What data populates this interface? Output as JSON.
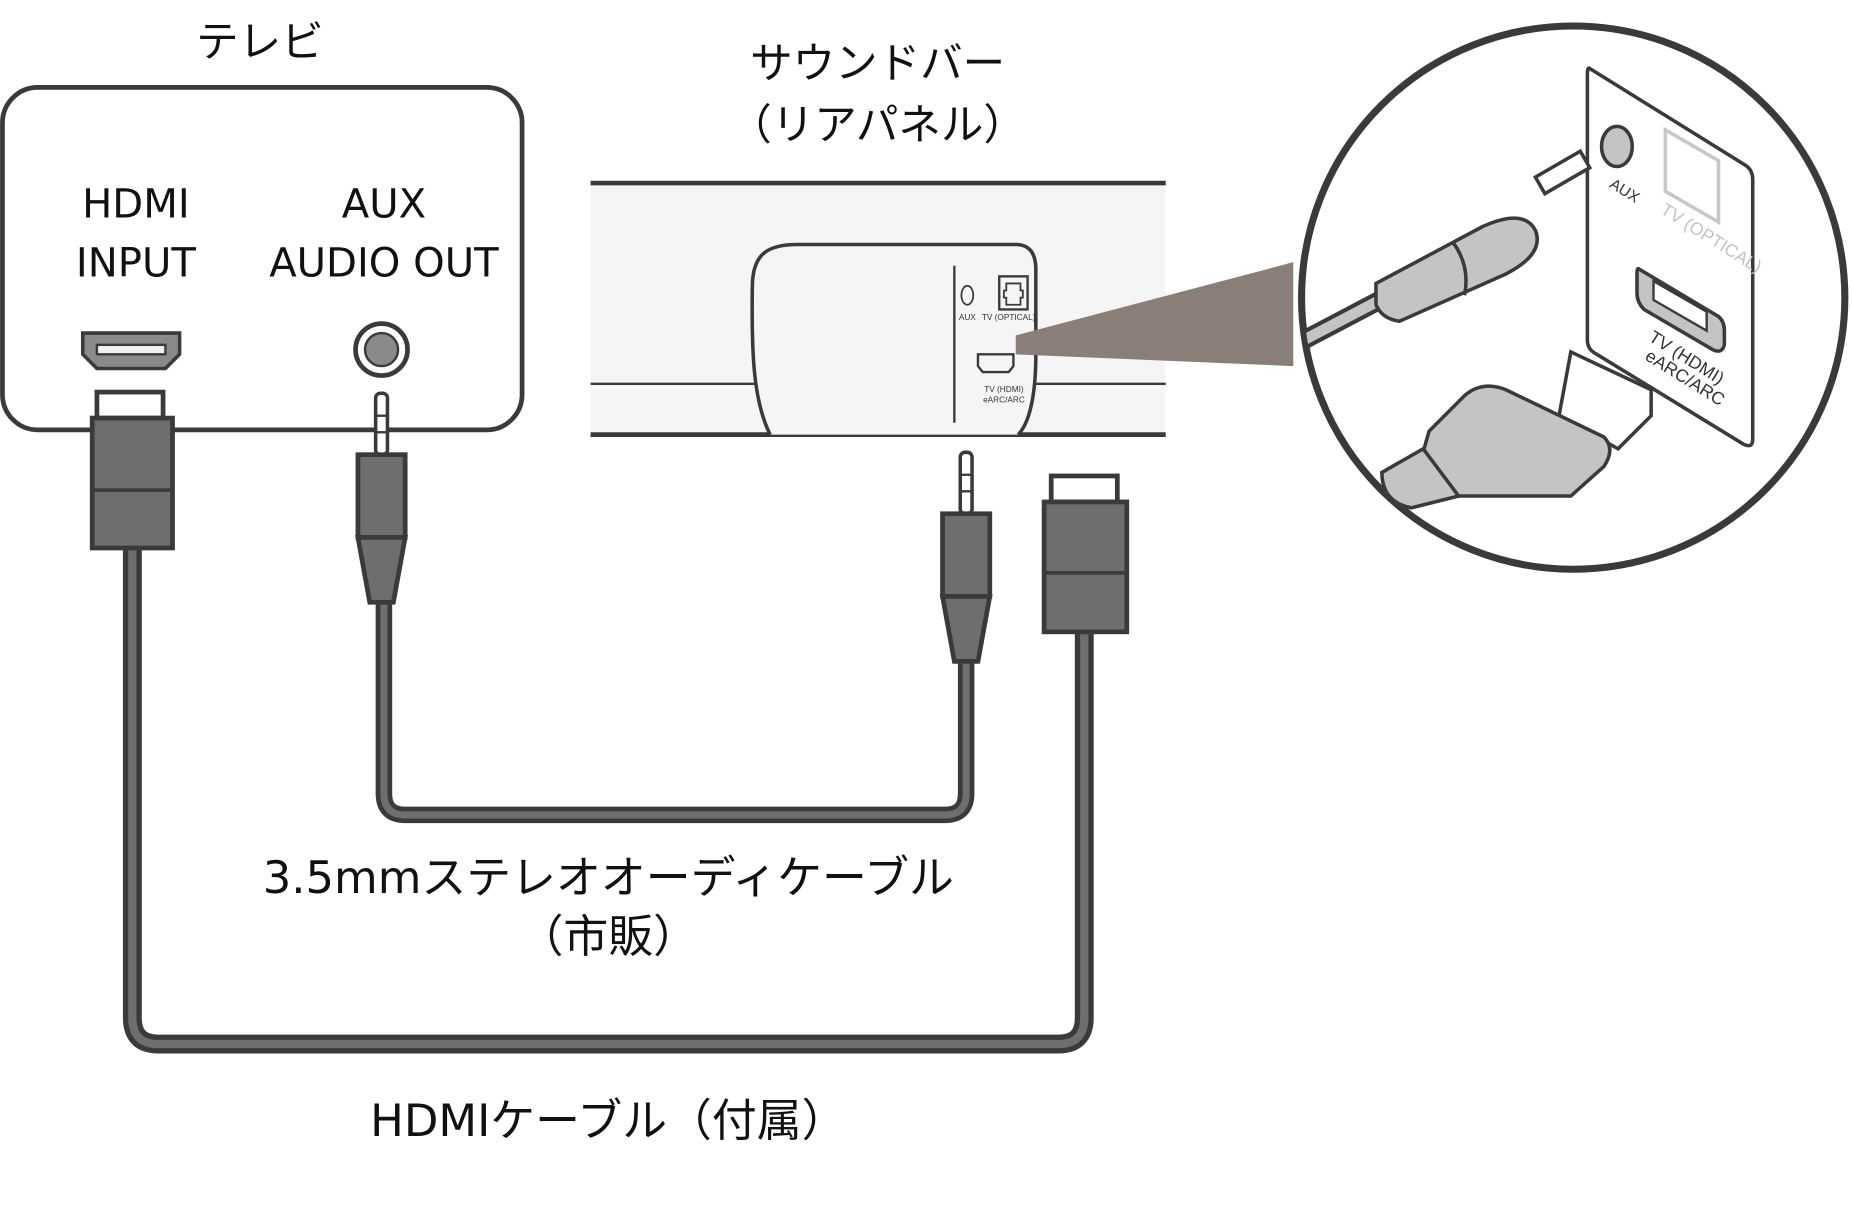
{
  "tv": {
    "title": "テレビ",
    "hdmi_label_1": "HDMI",
    "hdmi_label_2": "INPUT",
    "aux_label_1": "AUX",
    "aux_label_2": "AUDIO OUT"
  },
  "soundbar": {
    "title": "サウンドバー",
    "subtitle": "（リアパネル）",
    "port_aux": "AUX",
    "port_optical": "TV (OPTICAL)",
    "port_hdmi_1": "TV (HDMI)",
    "port_hdmi_2": "eARC/ARC"
  },
  "inset": {
    "port_aux": "AUX",
    "port_optical": "TV (OPTICAL)",
    "port_hdmi_1": "TV (HDMI)",
    "port_hdmi_2": "eARC/ARC"
  },
  "cables": {
    "audio_label": "3.5mmステレオオーディケーブル",
    "audio_note": "（市販）",
    "hdmi_label": "HDMIケーブル（付属）"
  },
  "colors": {
    "outline": "#3a3a3a",
    "connector": "#6e6e6e",
    "inset_fill": "#c4c4c4",
    "panel_bg": "#f5f5f5",
    "beam": "#8a7e78"
  }
}
